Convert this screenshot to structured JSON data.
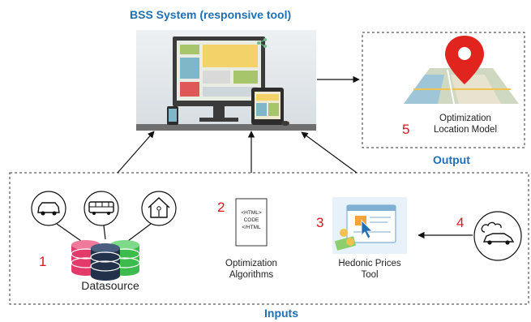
{
  "system": {
    "title": "BSS System (responsive tool)"
  },
  "output": {
    "title": "Output",
    "number": "5",
    "label_line1": "Optimization",
    "label_line2": "Location Model"
  },
  "inputs": {
    "title": "Inputs",
    "datasource": {
      "number": "1",
      "label": "Datasource"
    },
    "algorithms": {
      "number": "2",
      "label_line1": "Optimization",
      "label_line2": "Algorithms",
      "code_lines": [
        "<HTML>",
        "CODE",
        "</HTML"
      ]
    },
    "hedonic": {
      "number": "3",
      "label_line1": "Hedonic Prices",
      "label_line2": "Tool"
    },
    "external": {
      "number": "4"
    }
  },
  "colors": {
    "title_blue": "#1f6fb5",
    "number_red": "#e0141e",
    "db_pink": "#e33a6b",
    "db_navy": "#22324a",
    "db_green": "#3dbb4c",
    "map_pin": "#e2241f"
  },
  "icons": [
    "car-icon",
    "bus-icon",
    "house-icon",
    "database-icon",
    "code-document-icon",
    "hedonic-tool-icon",
    "cloud-car-icon",
    "map-pin-icon",
    "responsive-devices-icon"
  ]
}
